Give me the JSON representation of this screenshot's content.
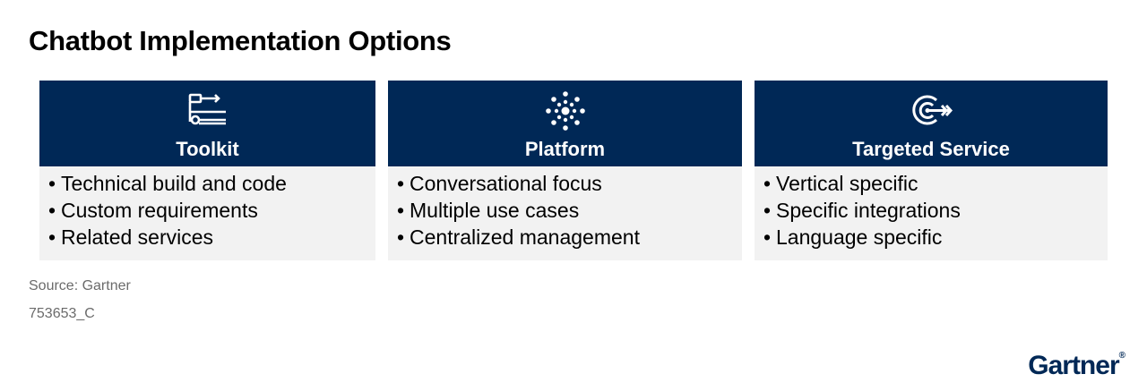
{
  "title": "Chatbot Implementation Options",
  "cards": [
    {
      "icon": "toolkit-icon",
      "title": "Toolkit",
      "bullets": [
        "Technical build and code",
        "Custom requirements",
        "Related services"
      ]
    },
    {
      "icon": "platform-icon",
      "title": "Platform",
      "bullets": [
        "Conversational focus",
        "Multiple use cases",
        "Centralized management"
      ]
    },
    {
      "icon": "target-icon",
      "title": "Targeted Service",
      "bullets": [
        "Vertical specific",
        "Specific integrations",
        "Language specific"
      ]
    }
  ],
  "bullet_char": "•",
  "source": "Source: Gartner",
  "code": "753653_C",
  "logo": "Gartner",
  "logo_mark": "®",
  "colors": {
    "header": "#002856",
    "body": "#f2f2f2",
    "muted": "#6b6b6b"
  }
}
